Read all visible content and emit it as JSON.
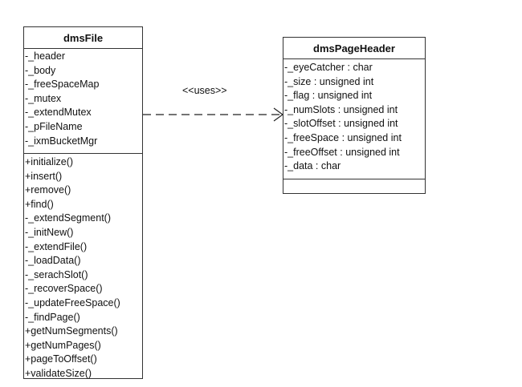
{
  "classes": {
    "dms_file": {
      "name": "dmsFile",
      "attributes": [
        "-_header",
        "-_body",
        "-_freeSpaceMap",
        "-_mutex",
        "-_extendMutex",
        "-_pFileName",
        "-_ixmBucketMgr"
      ],
      "operations": [
        "+initialize()",
        "+insert()",
        "+remove()",
        "+find()",
        "-_extendSegment()",
        "-_initNew()",
        "-_extendFile()",
        "-_loadData()",
        "-_serachSlot()",
        "-_recoverSpace()",
        "-_updateFreeSpace()",
        "-_findPage()",
        "+getNumSegments()",
        "+getNumPages()",
        "+pageToOffset()",
        "+validateSize()"
      ]
    },
    "dms_page_header": {
      "name": "dmsPageHeader",
      "attributes": [
        "-_eyeCatcher : char",
        "-_size : unsigned int",
        "-_flag : unsigned int",
        "-_numSlots : unsigned int",
        "-_slotOffset : unsigned int",
        "-_freeSpace : unsigned int",
        "-_freeOffset : unsigned int",
        "-_data : char"
      ],
      "operations": []
    }
  },
  "relation": {
    "stereotype": "<<uses>>",
    "style": "dashed",
    "arrow": "open"
  }
}
